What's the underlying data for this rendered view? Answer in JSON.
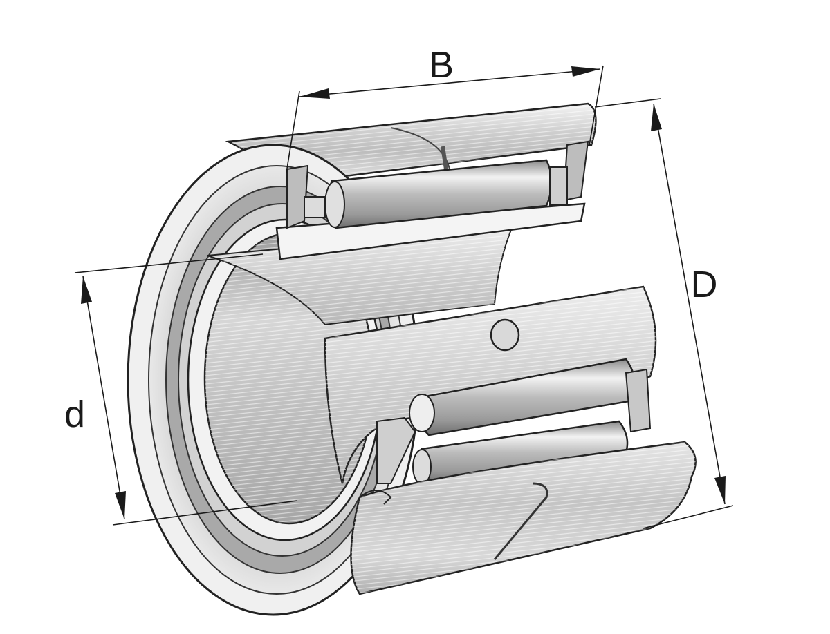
{
  "dimensions": {
    "width_label": "B",
    "outer_diameter_label": "D",
    "bore_diameter_label": "d"
  }
}
